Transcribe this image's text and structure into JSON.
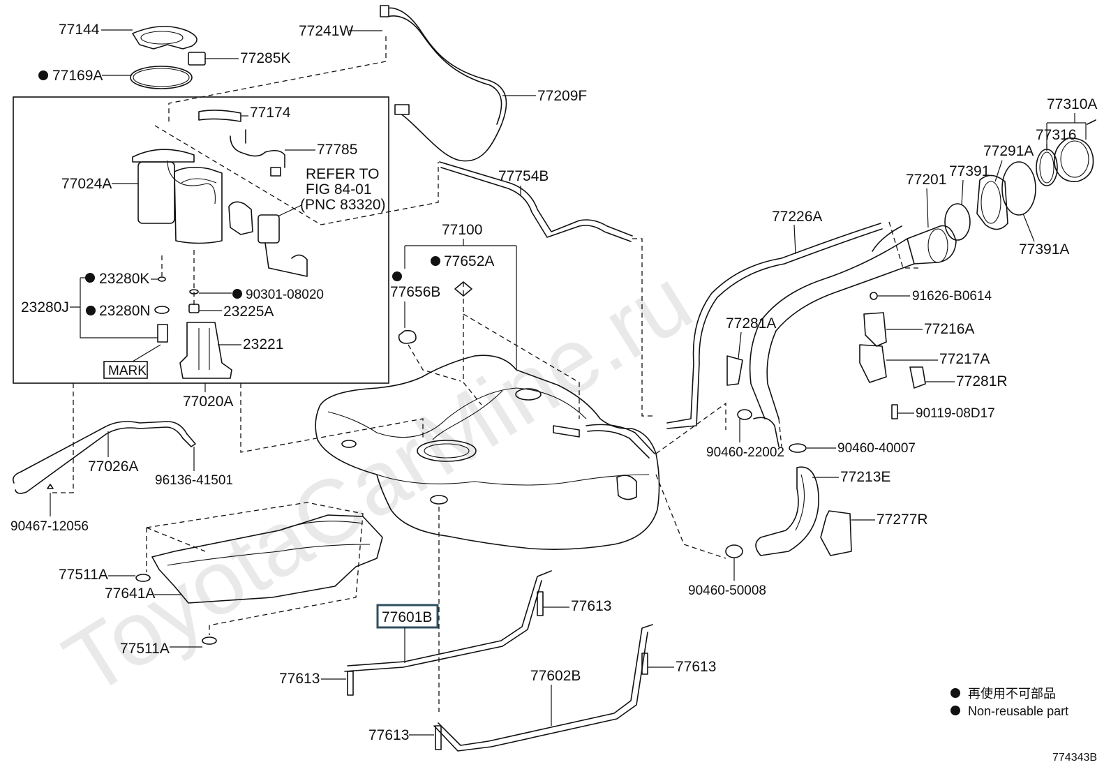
{
  "watermark": "ToyotaCarMine.ru",
  "figure_code": "774343B",
  "legend": {
    "line_jp": "再使用不可部品",
    "line_en": "Non-reusable part"
  },
  "inset_refer": {
    "line1": "REFER TO",
    "line2": "FIG 84-01",
    "line3": "(PNC 83320)"
  },
  "mark_label": "MARK",
  "labels": {
    "p77144": "77144",
    "p77285K": "77285K",
    "p77169A": "77169A",
    "p77241W": "77241W",
    "p77209F": "77209F",
    "p77174": "77174",
    "p77785": "77785",
    "p77024A": "77024A",
    "p23280K": "23280K",
    "p90301": "90301-08020",
    "p23280J": "23280J",
    "p23280N": "23280N",
    "p23225A": "23225A",
    "p23221": "23221",
    "p77020A": "77020A",
    "p77754B": "77754B",
    "p77100": "77100",
    "p77652A": "77652A",
    "p77656B": "77656B",
    "p77026A": "77026A",
    "p96136": "96136-41501",
    "p90467": "90467-12056",
    "p77511A_top": "77511A",
    "p77641A": "77641A",
    "p77511A_bot": "77511A",
    "p77601B": "77601B",
    "p77613_a": "77613",
    "p77613_b": "77613",
    "p77613_c": "77613",
    "p77613_d": "77613",
    "p77602B": "77602B",
    "p77310A": "77310A",
    "p77316": "77316",
    "p77291A": "77291A",
    "p77391": "77391",
    "p77201": "77201",
    "p77226A": "77226A",
    "p77391A": "77391A",
    "p91626": "91626-B0614",
    "p77216A": "77216A",
    "p77281A": "77281A",
    "p77217A": "77217A",
    "p77281R": "77281R",
    "p90119": "90119-08D17",
    "p90460_22002": "90460-22002",
    "p90460_40007": "90460-40007",
    "p77213E": "77213E",
    "p77277R": "77277R",
    "p90460_50008": "90460-50008"
  }
}
